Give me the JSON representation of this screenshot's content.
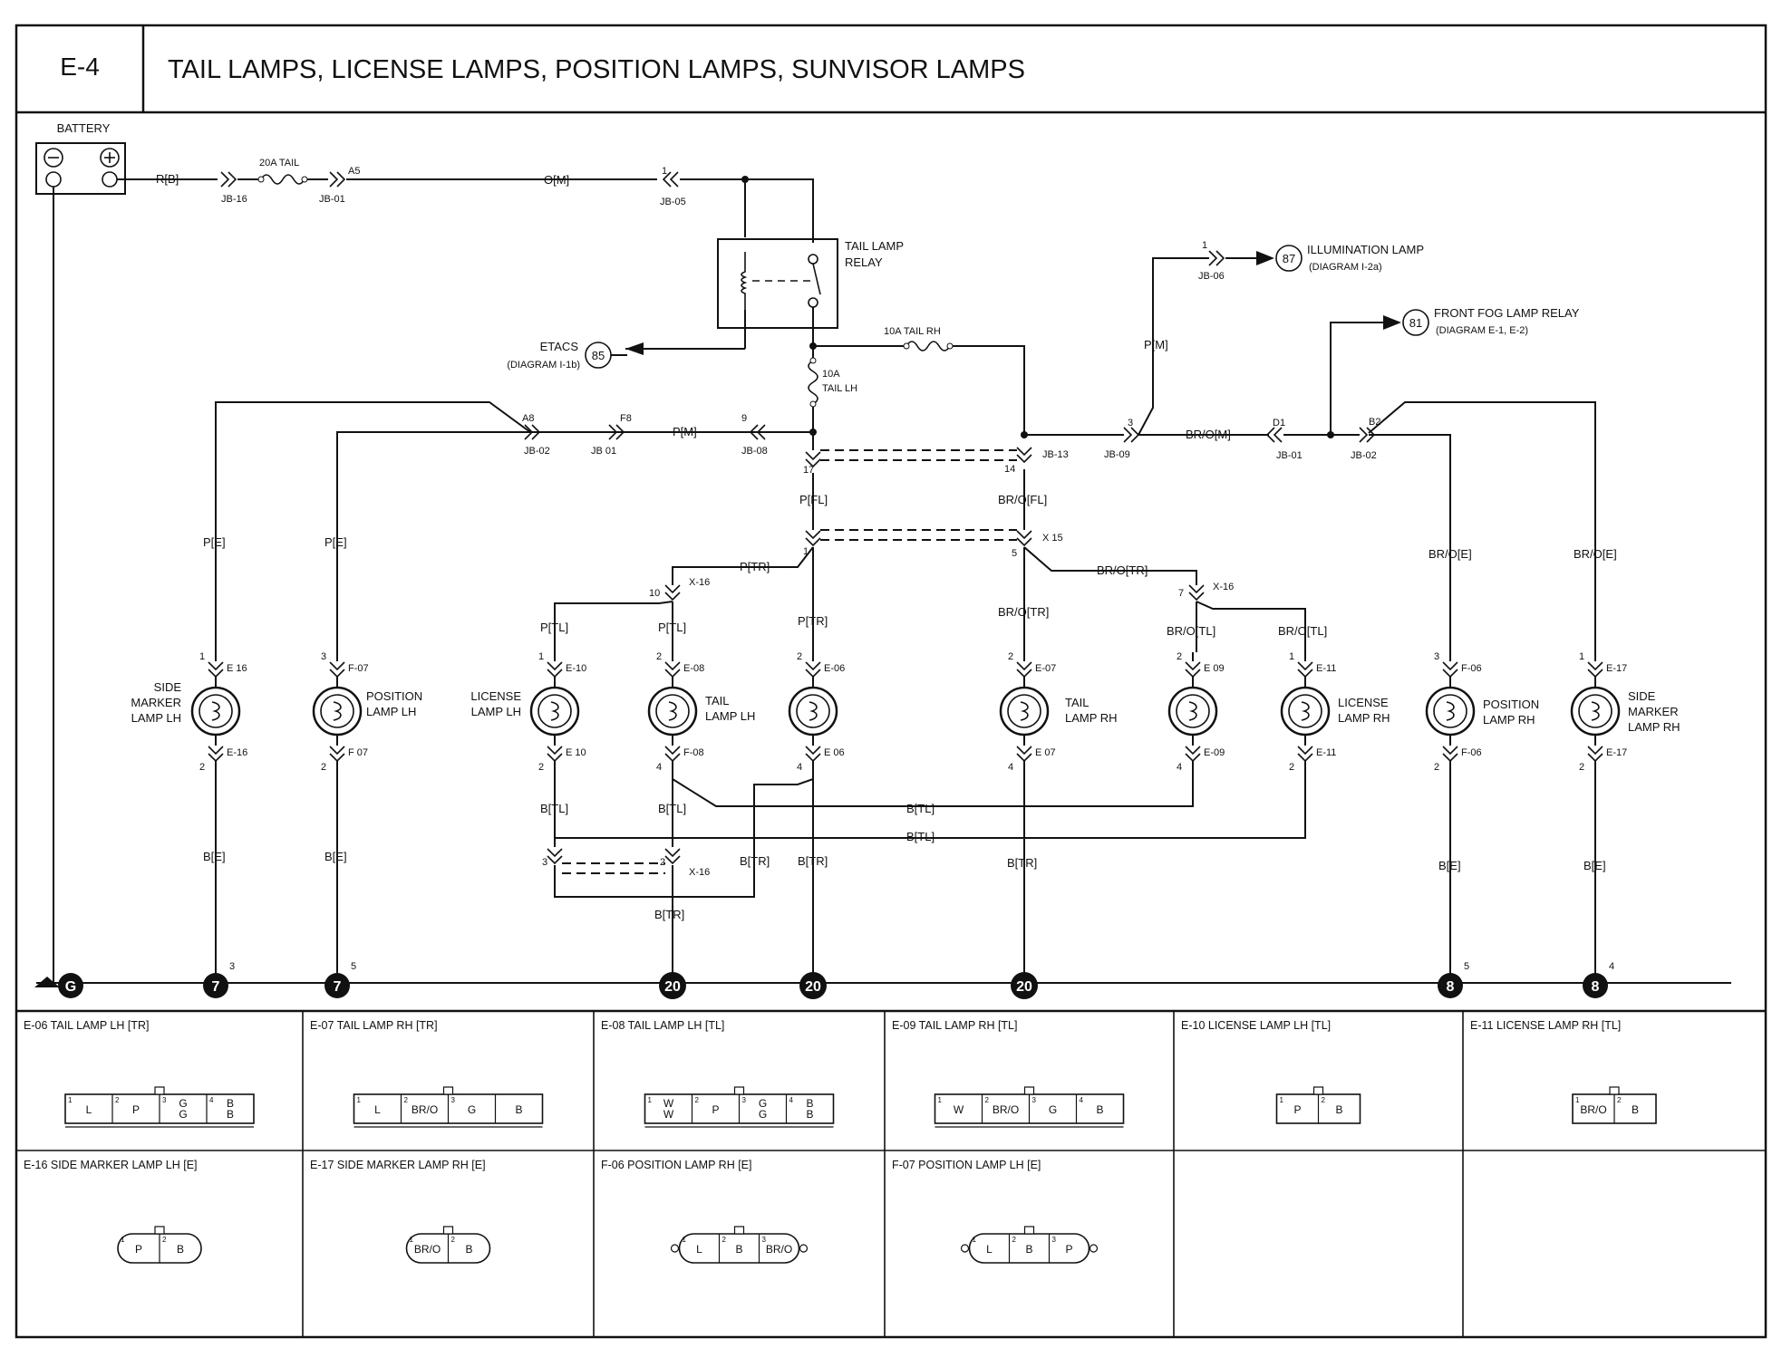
{
  "header": {
    "code": "E-4",
    "title": "TAIL LAMPS, LICENSE LAMPS, POSITION LAMPS, SUNVISOR LAMPS"
  },
  "battery": {
    "label": "BATTERY",
    "neg": "⊖",
    "pos": "⊕"
  },
  "wire_labels": [
    {
      "id": "w1",
      "text": "R[B]"
    },
    {
      "id": "w2",
      "text": "O[M]"
    },
    {
      "id": "w3",
      "text": "P[M]"
    },
    {
      "id": "w4",
      "text": "P[M]"
    },
    {
      "id": "w5",
      "text": "BR/O[M]"
    },
    {
      "id": "w6",
      "text": "P[FL]"
    },
    {
      "id": "w7",
      "text": "BR/O[FL]"
    },
    {
      "id": "w8",
      "text": "P[TR]"
    },
    {
      "id": "w9",
      "text": "BR/O[TR]"
    },
    {
      "id": "w10",
      "text": "P[E]"
    },
    {
      "id": "w11",
      "text": "P[E]"
    },
    {
      "id": "w12",
      "text": "P[TL]"
    },
    {
      "id": "w13",
      "text": "P[TL]"
    },
    {
      "id": "w14",
      "text": "P[TR]"
    },
    {
      "id": "w15",
      "text": "BR/O[TR]"
    },
    {
      "id": "w16",
      "text": "BR/O[TL]"
    },
    {
      "id": "w17",
      "text": "BR/O[TL]"
    },
    {
      "id": "w18",
      "text": "BR/O[E]"
    },
    {
      "id": "w19",
      "text": "BR/O[E]"
    },
    {
      "id": "w20",
      "text": "B[E]"
    },
    {
      "id": "w21",
      "text": "B[E]"
    },
    {
      "id": "w22",
      "text": "B[TL]"
    },
    {
      "id": "w23",
      "text": "B[TL]"
    },
    {
      "id": "w24",
      "text": "B[TR]"
    },
    {
      "id": "w25",
      "text": "B[TR]"
    },
    {
      "id": "w26",
      "text": "B[TR]"
    },
    {
      "id": "w27",
      "text": "B[TR]"
    },
    {
      "id": "w28",
      "text": "B[TL]"
    },
    {
      "id": "w29",
      "text": "B[TL]"
    },
    {
      "id": "w30",
      "text": "B[E]"
    },
    {
      "id": "w31",
      "text": "B[E]"
    }
  ],
  "fuses": {
    "tail20": "20A TAIL",
    "tail_rh": "10A TAIL RH",
    "tail_lh_a": "10A",
    "tail_lh_b": "TAIL LH"
  },
  "connectors": {
    "jb16": "JB-16",
    "jb01a": "JB-01",
    "a5": "A5",
    "jb05": "JB-05",
    "c1": "1",
    "jb06": "JB-06",
    "c1b": "1",
    "a8": "A8",
    "jb02a": "JB-02",
    "f8": "F8",
    "jb01b": "JB 01",
    "c9": "9",
    "jb08": "JB-08",
    "c17": "17",
    "c14": "14",
    "jb13": "JB-13",
    "c3": "3",
    "jb09": "JB-09",
    "d1": "D1",
    "jb01c": "JB-01",
    "b2": "B2",
    "jb02b": "JB-02",
    "c1c": "1",
    "x15": "X 15",
    "c5": "5",
    "c10": "10",
    "x16a": "X-16",
    "c7": "7",
    "x16b": "X-16",
    "c3b": "3",
    "c2": "2",
    "x16c": "X-16"
  },
  "relay": {
    "line1": "TAIL LAMP",
    "line2": "RELAY"
  },
  "references": [
    {
      "num": "85",
      "line1": "ETACS",
      "line2": "(DIAGRAM I-1b)"
    },
    {
      "num": "87",
      "line1": "ILLUMINATION LAMP",
      "line2": "(DIAGRAM I-2a)"
    },
    {
      "num": "81",
      "line1": "FRONT FOG LAMP RELAY",
      "line2": "(DIAGRAM E-1, E-2)"
    }
  ],
  "lamps": [
    {
      "id": "e16",
      "name1": "SIDE",
      "name2": "MARKER",
      "name3": "LAMP LH",
      "conn": "E 16",
      "conn_b": "E-16",
      "pin_top": "1",
      "pin_bot": "2"
    },
    {
      "id": "f07",
      "name1": "POSITION",
      "name2": "LAMP LH",
      "name3": "",
      "conn": "F-07",
      "conn_b": "F 07",
      "pin_top": "3",
      "pin_bot": "2"
    },
    {
      "id": "e10",
      "name1": "LICENSE",
      "name2": "LAMP LH",
      "name3": "",
      "conn": "E-10",
      "conn_b": "E 10",
      "pin_top": "1",
      "pin_bot": "2"
    },
    {
      "id": "e08",
      "name1": "TAIL",
      "name2": "LAMP LH",
      "name3": "",
      "conn": "E-08",
      "conn_b": "F-08",
      "pin_top": "2",
      "pin_bot": "4"
    },
    {
      "id": "e06",
      "name1": "",
      "name2": "",
      "name3": "",
      "conn": "E-06",
      "conn_b": "E 06",
      "pin_top": "2",
      "pin_bot": "4"
    },
    {
      "id": "e07",
      "name1": "TAIL",
      "name2": "LAMP RH",
      "name3": "",
      "conn": "E-07",
      "conn_b": "E 07",
      "pin_top": "2",
      "pin_bot": "4"
    },
    {
      "id": "e09",
      "name1": "",
      "name2": "",
      "name3": "",
      "conn": "E 09",
      "conn_b": "E-09",
      "pin_top": "2",
      "pin_bot": "4"
    },
    {
      "id": "e11",
      "name1": "LICENSE",
      "name2": "LAMP RH",
      "name3": "",
      "conn": "E-11",
      "conn_b": "E-11",
      "pin_top": "1",
      "pin_bot": "2"
    },
    {
      "id": "f06",
      "name1": "POSITION",
      "name2": "LAMP RH",
      "name3": "",
      "conn": "F-06",
      "conn_b": "F-06",
      "pin_top": "3",
      "pin_bot": "2"
    },
    {
      "id": "e17",
      "name1": "SIDE",
      "name2": "MARKER",
      "name3": "LAMP RH",
      "conn": "E-17",
      "conn_b": "E-17",
      "pin_top": "1",
      "pin_bot": "2"
    }
  ],
  "grounds": [
    {
      "id": "g1",
      "num": "7",
      "pin": "3"
    },
    {
      "id": "g2",
      "num": "7",
      "pin": "5"
    },
    {
      "id": "g3",
      "num": "20",
      "pin": ""
    },
    {
      "id": "g4",
      "num": "20",
      "pin": ""
    },
    {
      "id": "g5",
      "num": "20",
      "pin": ""
    },
    {
      "id": "g6",
      "num": "8",
      "pin": "5"
    },
    {
      "id": "g7",
      "num": "8",
      "pin": "4"
    },
    {
      "id": "g0",
      "num": "G",
      "pin": ""
    }
  ],
  "connector_table": [
    {
      "title": "E-06 TAIL LAMP LH [TR]",
      "pins": [
        "L",
        "P",
        "G\nG",
        "B\nB"
      ],
      "nums": [
        "1",
        "2",
        "3",
        "4"
      ]
    },
    {
      "title": "E-07 TAIL LAMP RH [TR]",
      "pins": [
        "L",
        "BR/O",
        "G",
        "B"
      ],
      "nums": [
        "1",
        "2",
        "3",
        ""
      ]
    },
    {
      "title": "E-08 TAIL LAMP LH [TL]",
      "pins": [
        "W\nW",
        "P",
        "G\nG",
        "B\nB"
      ],
      "nums": [
        "1",
        "2",
        "3",
        "4"
      ]
    },
    {
      "title": "E-09 TAIL LAMP RH [TL]",
      "pins": [
        "W",
        "BR/O",
        "G",
        "B"
      ],
      "nums": [
        "1",
        "2",
        "3",
        "4"
      ]
    },
    {
      "title": "E-10 LICENSE LAMP LH [TL]",
      "pins": [
        "P",
        "B"
      ],
      "nums": [
        "1",
        "2"
      ]
    },
    {
      "title": "E-11 LICENSE LAMP RH [TL]",
      "pins": [
        "BR/O",
        "B"
      ],
      "nums": [
        "1",
        "2"
      ]
    },
    {
      "title": "E-16 SIDE MARKER LAMP LH [E]",
      "pins": [
        "P",
        "B"
      ],
      "nums": [
        "1",
        "2"
      ]
    },
    {
      "title": "E-17 SIDE MARKER LAMP RH [E]",
      "pins": [
        "BR/O",
        "B"
      ],
      "nums": [
        "1",
        "2"
      ]
    },
    {
      "title": "F-06 POSITION LAMP RH [E]",
      "pins": [
        "L",
        "B",
        "BR/O"
      ],
      "nums": [
        "1",
        "2",
        "3"
      ]
    },
    {
      "title": "F-07 POSITION LAMP LH [E]",
      "pins": [
        "L",
        "B",
        "P"
      ],
      "nums": [
        "1",
        "2",
        "3"
      ]
    }
  ]
}
